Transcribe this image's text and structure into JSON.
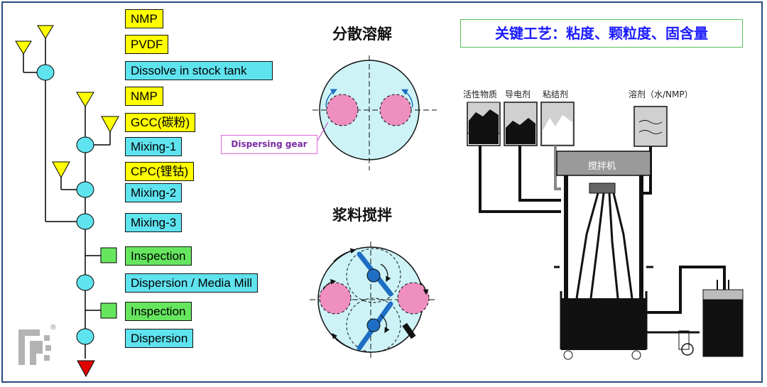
{
  "flow": {
    "nmp_1": "NMP",
    "pvdf": "PVDF",
    "dissolve": "Dissolve in stock tank",
    "nmp_2": "NMP",
    "gcc": "GCC(碳粉)",
    "mixing_1": "Mixing-1",
    "cpc": "CPC(锂钴)",
    "mixing_2": "Mixing-2",
    "mixing_3": "Mixing-3",
    "inspection_1": "Inspection",
    "dispersion_media": "Dispersion / Media Mill",
    "inspection_2": "Inspection",
    "dispersion": "Dispersion"
  },
  "diagrams": {
    "dissolve_title": "分散溶解",
    "gear_label": "Dispersing gear",
    "slurry_title": "浆料搅拌"
  },
  "key_process": "关键工艺：粘度、颗粒度、固含量",
  "machine": {
    "active_material": "活性物质",
    "conductive_agent": "导电剂",
    "binder": "粘结剂",
    "solvent": "溶剂（水/NMP）",
    "mixer": "搅拌机"
  },
  "logo": {
    "registered_mark": "®"
  },
  "colors": {
    "material_box": "#ffff00",
    "process_box": "#5fe3ef",
    "inspection_box": "#66e65f",
    "key_process_text": "#1a1aff",
    "end_arrow": "#e00000"
  }
}
